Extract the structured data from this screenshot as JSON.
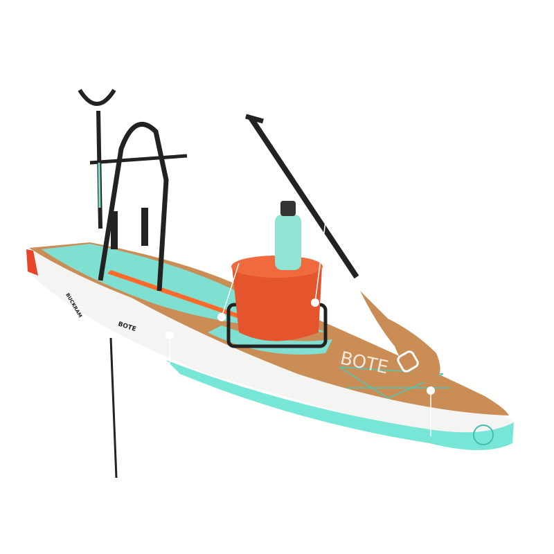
{
  "product": {
    "logo_text": "BOTE",
    "rail_text": "BUCKRAM",
    "colors": {
      "deck": "#7fe0d2",
      "hull_accent": "#78e6d6",
      "wood": "#c98d55",
      "cooler": "#e4552e",
      "frame": "#222222",
      "rail_red": "#e8442a"
    }
  },
  "hotspots": [
    {
      "name": "hotspot-board-side"
    },
    {
      "name": "hotspot-rack"
    },
    {
      "name": "hotspot-cooler"
    },
    {
      "name": "hotspot-paddle"
    }
  ]
}
